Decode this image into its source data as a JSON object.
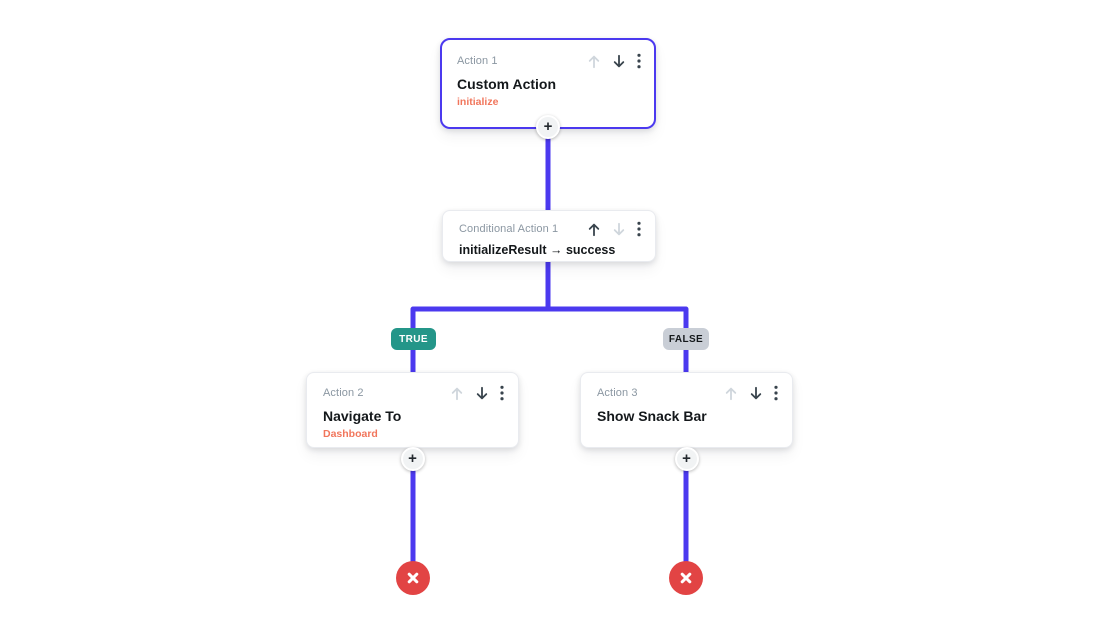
{
  "flow": {
    "nodes": {
      "action1": {
        "label": "Action 1",
        "title": "Custom Action",
        "subtitle": "initialize"
      },
      "conditional1": {
        "label": "Conditional Action 1",
        "title": "initializeResult → success"
      },
      "action2": {
        "label": "Action 2",
        "title": "Navigate To",
        "subtitle": "Dashboard"
      },
      "action3": {
        "label": "Action 3",
        "title": "Show Snack Bar"
      }
    },
    "branch_labels": {
      "true": "TRUE",
      "false": "FALSE"
    },
    "add_button_label": "+",
    "colors": {
      "connector_purple": "#4B39EF",
      "selected_node_border": "#4B39EF",
      "accent_orange": "#F1765C",
      "true_badge_teal": "#249689",
      "false_badge_gray": "#C9CED6",
      "terminator_red": "#E24444",
      "node_label_gray": "#8B97A2",
      "title_dark": "#14181B"
    }
  }
}
